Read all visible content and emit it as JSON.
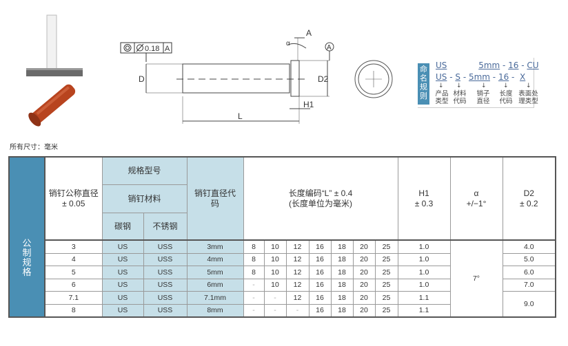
{
  "drawing": {
    "fcf_value": "0.18",
    "fcf_datum": "A",
    "label_A": "A",
    "datum_A": "A",
    "label_D": "D",
    "label_D2": "D2",
    "label_H1": "H1",
    "label_L": "L",
    "label_alpha": "α"
  },
  "naming": {
    "title": "命名规则",
    "row1": [
      "US",
      "5mm",
      "16",
      "CU"
    ],
    "row2": [
      "US",
      "S",
      "5mm",
      "16",
      "X"
    ],
    "captions": [
      "产品类型",
      "材料代码",
      "销子直径",
      "长度代码",
      "表面处理类型"
    ]
  },
  "units_note": "所有尺寸：毫米",
  "table": {
    "side_label": "公制规格",
    "headers": {
      "diameter": "销钉公称直径",
      "diameter_tol": "± 0.05",
      "spec": "规格型号",
      "material": "销钉材料",
      "carbon": "碳钢",
      "stainless": "不锈钢",
      "code": "销钉直径代码",
      "length": "长度编码“L” ± 0.4",
      "length_unit": "(长度单位为毫米)",
      "h1": "H1",
      "h1_tol": "± 0.3",
      "angle": "α",
      "angle_tol": "+/−1°",
      "d2": "D2",
      "d2_tol": "± 0.2"
    },
    "angle_value": "7°",
    "rows": [
      {
        "d": "3",
        "carbon": "US",
        "stainless": "USS",
        "code": "3mm",
        "L": [
          "8",
          "10",
          "12",
          "16",
          "18",
          "20",
          "25"
        ],
        "h1": "1.0",
        "d2": "4.0"
      },
      {
        "d": "4",
        "carbon": "US",
        "stainless": "USS",
        "code": "4mm",
        "L": [
          "8",
          "10",
          "12",
          "16",
          "18",
          "20",
          "25"
        ],
        "h1": "1.0",
        "d2": "5.0"
      },
      {
        "d": "5",
        "carbon": "US",
        "stainless": "USS",
        "code": "5mm",
        "L": [
          "8",
          "10",
          "12",
          "16",
          "18",
          "20",
          "25"
        ],
        "h1": "1.0",
        "d2": "6.0"
      },
      {
        "d": "6",
        "carbon": "US",
        "stainless": "USS",
        "code": "6mm",
        "L": [
          "-",
          "10",
          "12",
          "16",
          "18",
          "20",
          "25"
        ],
        "h1": "1.0",
        "d2": "7.0"
      },
      {
        "d": "7.1",
        "carbon": "US",
        "stainless": "USS",
        "code": "7.1mm",
        "L": [
          "-",
          "-",
          "12",
          "16",
          "18",
          "20",
          "25"
        ],
        "h1": "1.1",
        "d2": "9.0"
      },
      {
        "d": "8",
        "carbon": "US",
        "stainless": "USS",
        "code": "8mm",
        "L": [
          "-",
          "-",
          "-",
          "16",
          "18",
          "20",
          "25"
        ],
        "h1": "1.1",
        "d2": null
      }
    ]
  }
}
